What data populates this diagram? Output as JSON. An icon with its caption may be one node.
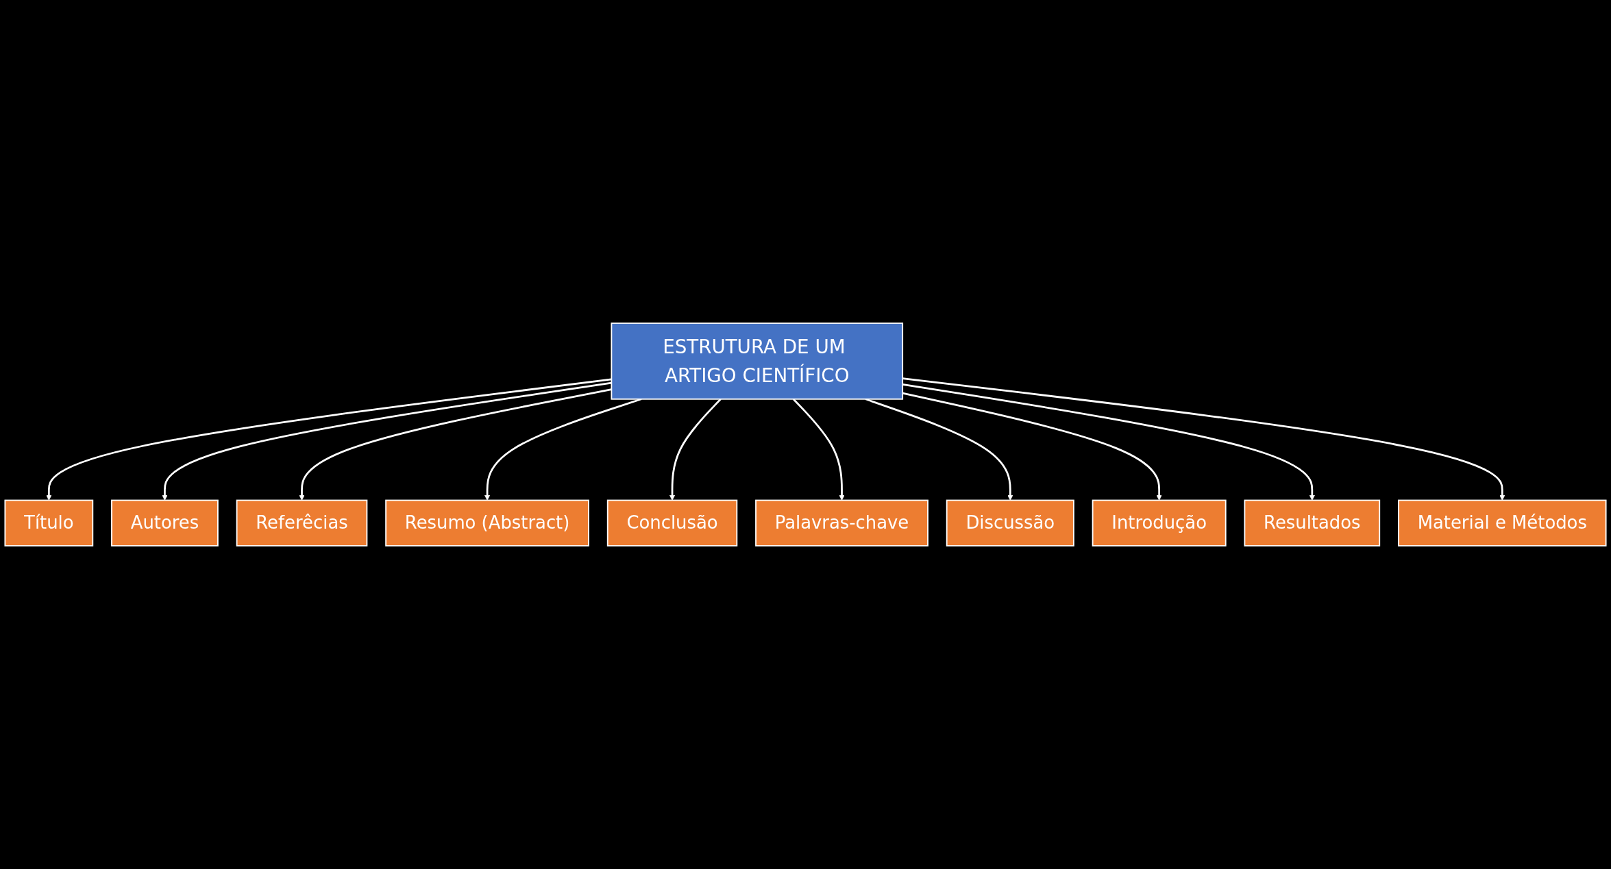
{
  "diagram": {
    "nodes": [
      {
        "text": [
          "Título"
        ]
      },
      {
        "text": [
          "Autores"
        ]
      },
      {
        "text": [
          "Referêcias"
        ]
      },
      {
        "text": [
          "Resumo (Abstract)"
        ]
      },
      {
        "text": [
          "Conclusão"
        ]
      },
      {
        "text": [
          "ESTRUTURA DE UM ARTIGO CIENTÍFICO"
        ]
      },
      {
        "text": [
          "Palavras-chave"
        ]
      },
      {
        "text": [
          "Discussão"
        ]
      },
      {
        "text": [
          "Introdução"
        ]
      },
      {
        "text": [
          "Resultados"
        ]
      },
      {
        "text": [
          "Material e Métodos"
        ]
      }
    ],
    "edges": [
      {
        "from": 5,
        "to": 0,
        "arrow": "to"
      },
      {
        "from": 5,
        "to": 1,
        "arrow": "to"
      },
      {
        "from": 5,
        "to": 2,
        "arrow": "to"
      },
      {
        "from": 5,
        "to": 3,
        "arrow": "to"
      },
      {
        "from": 5,
        "to": 4,
        "arrow": "to"
      },
      {
        "from": 5,
        "to": 6,
        "arrow": "to"
      },
      {
        "from": 5,
        "to": 7,
        "arrow": "to"
      },
      {
        "from": 5,
        "to": 8,
        "arrow": "to"
      },
      {
        "from": 5,
        "to": 9,
        "arrow": "to"
      },
      {
        "from": 5,
        "to": 10,
        "arrow": "to"
      }
    ]
  }
}
